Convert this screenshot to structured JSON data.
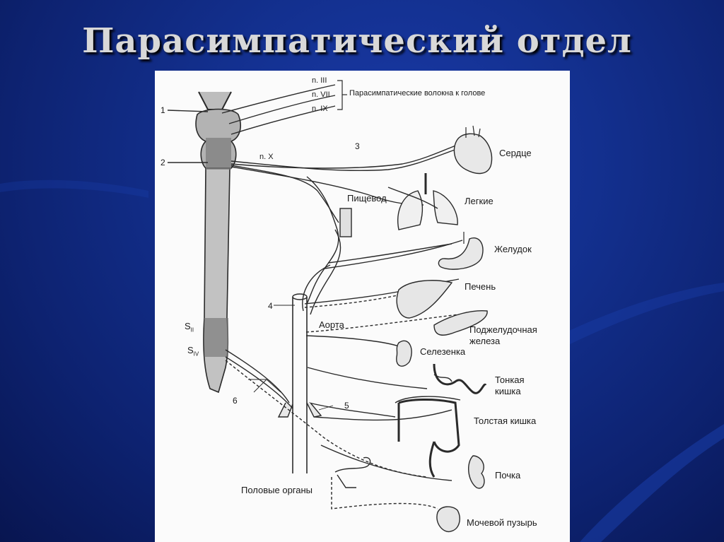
{
  "slide": {
    "title": "Парасимпатический отдел"
  },
  "figure": {
    "cranial_nerves": {
      "n3": "n. III",
      "n7": "n. VII",
      "n9": "n. IX",
      "n10": "n. X",
      "group_label": "Парасимпатические волокна к голове"
    },
    "segments": {
      "s2_main": "S",
      "s2_sub": "II",
      "s4_main": "S",
      "s4_sub": "IV"
    },
    "numbers": {
      "n1": "1",
      "n2": "2",
      "n3": "3",
      "n4": "4",
      "n5": "5",
      "n6": "6"
    },
    "organs": {
      "heart": "Сердце",
      "lungs": "Легкие",
      "esophagus": "Пищевод",
      "stomach": "Желудок",
      "liver": "Печень",
      "aorta": "Аорта",
      "pancreas_1": "Поджелудочная",
      "pancreas_2": "железа",
      "spleen": "Селезенка",
      "small_int_1": "Тонкая",
      "small_int_2": "кишка",
      "large_int": "Толстая кишка",
      "kidney": "Почка",
      "genitals": "Половые органы",
      "bladder": "Мочевой пузырь"
    }
  },
  "colors": {
    "background": "#13308f",
    "title": "#d8d8d8",
    "figure_bg": "#fbfbfb",
    "ink": "#1a1a1a"
  }
}
